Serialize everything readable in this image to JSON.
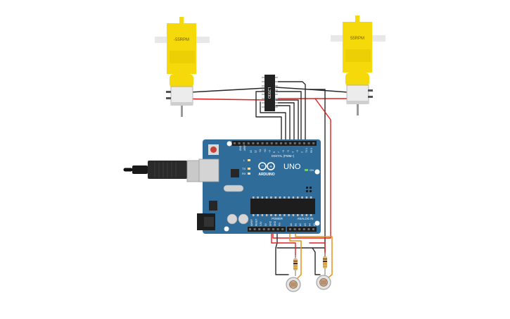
{
  "motor_left": {
    "label": "-55RPM"
  },
  "motor_right": {
    "label": "55RPM"
  },
  "driver_ic": {
    "label": "L293D"
  },
  "arduino": {
    "brand": "ARDUINO",
    "model": "UNO",
    "header_digital": "DIGITAL (PWM~)",
    "header_power": "POWER",
    "header_analog": "ANALOG IN",
    "led_labels": [
      "L",
      "TX",
      "RX"
    ],
    "on_label": "ON",
    "aref_label": "AREF",
    "gnd_label": "GND",
    "digital_pins": [
      "13",
      "12",
      "~11",
      "~10",
      "~9",
      "8",
      "7",
      "~6",
      "~5",
      "4",
      "~3",
      "2",
      "TX 1",
      "RX 0"
    ],
    "power_pins": [
      "IOREF",
      "RESET",
      "3.3V",
      "5V",
      "GND",
      "GND",
      "Vin"
    ],
    "analog_pins": [
      "A0",
      "A1",
      "A2",
      "A3",
      "A4",
      "A5"
    ]
  },
  "colors": {
    "motor_body": "#f5d90a",
    "motor_shaft_block": "#e8e8e8",
    "board": "#2f6c9a",
    "wire_red": "#e02020",
    "wire_black": "#2a2a2a",
    "wire_orange": "#e8901a",
    "chip": "#222222"
  }
}
